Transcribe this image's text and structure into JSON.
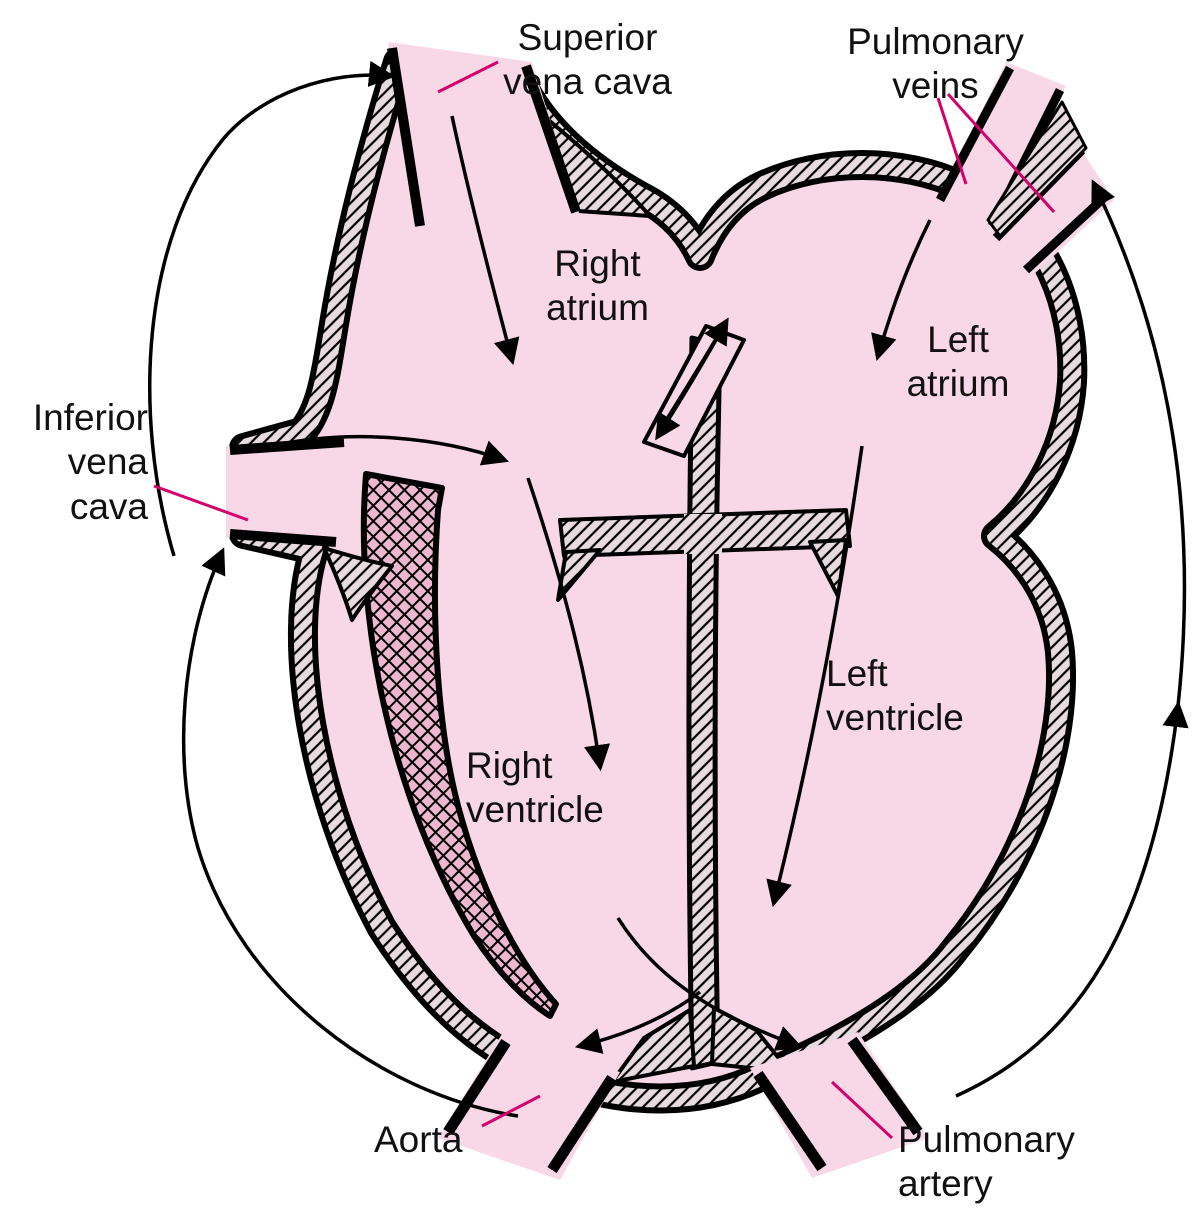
{
  "figure": {
    "type": "anatomical-diagram",
    "subject": "Blood flow through the heart"
  },
  "colors": {
    "chamber_pink": "#f8d7e6",
    "wall_hatch_background": "#e8dbe0",
    "crosshatch_background": "#edb7cf",
    "outline_black": "#000000",
    "leader_line_pink": "#d4006e",
    "label_text": "#111111",
    "background": "#ffffff"
  },
  "labels": {
    "superior_vena_cava": {
      "lines": [
        "Superior",
        "vena cava"
      ]
    },
    "pulmonary_veins": {
      "lines": [
        "Pulmonary",
        "veins"
      ]
    },
    "right_atrium": {
      "lines": [
        "Right",
        "atrium"
      ]
    },
    "left_atrium": {
      "lines": [
        "Left",
        "atrium"
      ]
    },
    "inferior_vena_cava": {
      "lines": [
        "Inferior",
        "vena",
        "cava"
      ]
    },
    "right_ventricle": {
      "lines": [
        "Right",
        "ventricle"
      ]
    },
    "left_ventricle": {
      "lines": [
        "Left",
        "ventricle"
      ]
    },
    "aorta": {
      "lines": [
        "Aorta"
      ]
    },
    "pulmonary_artery": {
      "lines": [
        "Pulmonary",
        "artery"
      ]
    }
  }
}
